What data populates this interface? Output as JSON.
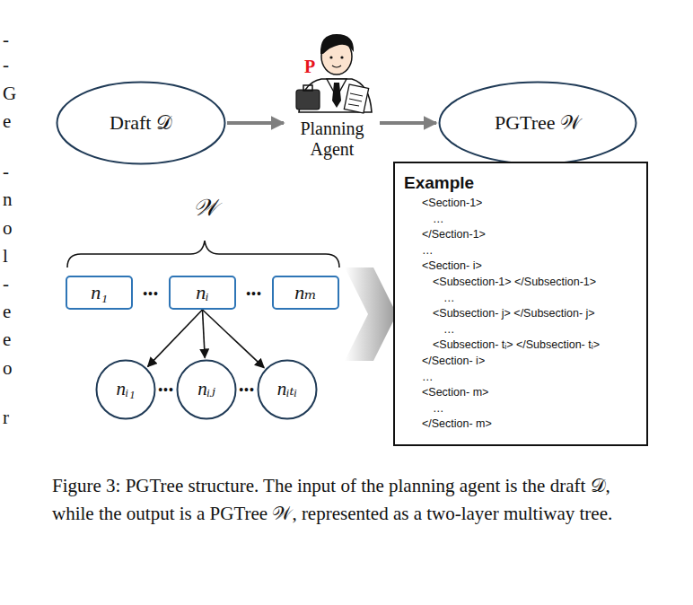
{
  "diagram": {
    "caption": "Figure 3: PGTree structure. The input of the planning agent is the draft 𝒟, while the output is a PGTree 𝒲, represented as a two-layer multiway tree.",
    "nodes": [
      {
        "text": [
          "Draft 𝒟"
        ]
      },
      {
        "text": [
          "Planning Agent"
        ]
      },
      {
        "text": [
          "PGTree 𝒲"
        ]
      },
      {
        "text": [
          "n₁"
        ]
      },
      {
        "text": [
          "nᵢ"
        ]
      },
      {
        "text": [
          "nₘ"
        ]
      },
      {
        "text": [
          "nᵢ₁"
        ]
      },
      {
        "text": [
          "nᵢⱼ"
        ]
      },
      {
        "text": [
          "nᵢₜᵢ"
        ]
      },
      {
        "text": [
          "Example",
          "<Section-1>",
          "…",
          "</Section-1>",
          "…",
          "<Section- i>",
          "<Subsection-1> </Subsection-1>",
          "…",
          "<Subsection- j> </Subsection- j>",
          "…",
          "<Subsection- tᵢ> </Subsection- tᵢ>",
          "</Section- i>",
          "…",
          "<Section- m>",
          "…",
          "</Section- m>"
        ]
      }
    ],
    "edges": [
      {
        "from": 0,
        "to": 1,
        "arrow": "to"
      },
      {
        "from": 1,
        "to": 2,
        "arrow": "to"
      },
      {
        "from": 4,
        "to": 6,
        "arrow": "to"
      },
      {
        "from": 4,
        "to": 7,
        "arrow": "to"
      },
      {
        "from": 4,
        "to": 8,
        "arrow": "to"
      }
    ],
    "labels": [
      "P",
      "𝒲",
      "•••",
      "•••",
      "•••",
      "•••",
      "-",
      "-",
      "G",
      "e",
      "-",
      "n",
      "o",
      "l",
      "-",
      "e",
      "e",
      "o",
      "r"
    ]
  }
}
